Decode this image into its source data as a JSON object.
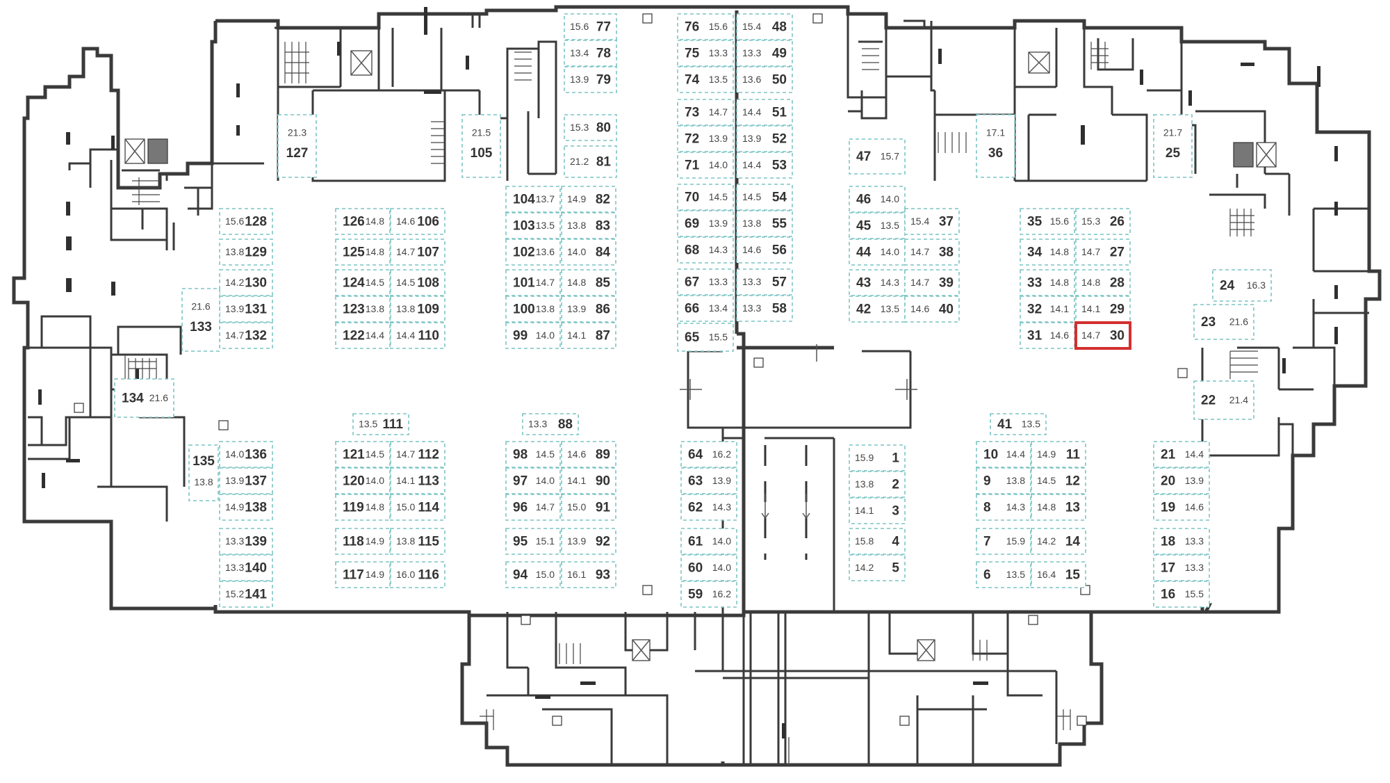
{
  "colors": {
    "walls": "#3a3a3a",
    "spot_outline": "#7cc4c4",
    "selected_outline": "#d32f2f",
    "text": "#333333"
  },
  "selected_spot": "30",
  "spots": [
    {
      "n": "77",
      "a": "15.6"
    },
    {
      "n": "78",
      "a": "13.4"
    },
    {
      "n": "79",
      "a": "13.9"
    },
    {
      "n": "80",
      "a": "15.3"
    },
    {
      "n": "81",
      "a": "21.2"
    },
    {
      "n": "76",
      "a": "15.6"
    },
    {
      "n": "75",
      "a": "13.3"
    },
    {
      "n": "74",
      "a": "13.5"
    },
    {
      "n": "73",
      "a": "14.7"
    },
    {
      "n": "72",
      "a": "13.9"
    },
    {
      "n": "71",
      "a": "14.0"
    },
    {
      "n": "70",
      "a": "14.5"
    },
    {
      "n": "69",
      "a": "13.9"
    },
    {
      "n": "68",
      "a": "14.3"
    },
    {
      "n": "67",
      "a": "13.3"
    },
    {
      "n": "66",
      "a": "13.4"
    },
    {
      "n": "65",
      "a": "15.5"
    },
    {
      "n": "48",
      "a": "15.4"
    },
    {
      "n": "49",
      "a": "13.3"
    },
    {
      "n": "50",
      "a": "13.6"
    },
    {
      "n": "51",
      "a": "14.4"
    },
    {
      "n": "52",
      "a": "13.9"
    },
    {
      "n": "53",
      "a": "14.4"
    },
    {
      "n": "54",
      "a": "14.5"
    },
    {
      "n": "55",
      "a": "13.8"
    },
    {
      "n": "56",
      "a": "14.6"
    },
    {
      "n": "57",
      "a": "13.3"
    },
    {
      "n": "58",
      "a": "13.3"
    },
    {
      "n": "127",
      "a": "21.3"
    },
    {
      "n": "105",
      "a": "21.5"
    },
    {
      "n": "36",
      "a": "17.1"
    },
    {
      "n": "25",
      "a": "21.7"
    },
    {
      "n": "47",
      "a": "15.7"
    },
    {
      "n": "104",
      "a": "13.7"
    },
    {
      "n": "103",
      "a": "13.5"
    },
    {
      "n": "102",
      "a": "13.6"
    },
    {
      "n": "101",
      "a": "14.7"
    },
    {
      "n": "100",
      "a": "13.8"
    },
    {
      "n": "99",
      "a": "14.0"
    },
    {
      "n": "82",
      "a": "14.9"
    },
    {
      "n": "83",
      "a": "13.8"
    },
    {
      "n": "84",
      "a": "14.0"
    },
    {
      "n": "85",
      "a": "14.8"
    },
    {
      "n": "86",
      "a": "13.9"
    },
    {
      "n": "87",
      "a": "14.1"
    },
    {
      "n": "126",
      "a": "14.8"
    },
    {
      "n": "125",
      "a": "14.8"
    },
    {
      "n": "124",
      "a": "14.5"
    },
    {
      "n": "123",
      "a": "13.8"
    },
    {
      "n": "122",
      "a": "14.4"
    },
    {
      "n": "106",
      "a": "14.6"
    },
    {
      "n": "107",
      "a": "14.7"
    },
    {
      "n": "108",
      "a": "14.5"
    },
    {
      "n": "109",
      "a": "13.8"
    },
    {
      "n": "110",
      "a": "14.4"
    },
    {
      "n": "128",
      "a": "15.6"
    },
    {
      "n": "129",
      "a": "13.8"
    },
    {
      "n": "130",
      "a": "14.2"
    },
    {
      "n": "131",
      "a": "13.9"
    },
    {
      "n": "132",
      "a": "14.7"
    },
    {
      "n": "133",
      "a": "21.6"
    },
    {
      "n": "134",
      "a": "21.6"
    },
    {
      "n": "46",
      "a": "14.0"
    },
    {
      "n": "45",
      "a": "13.5"
    },
    {
      "n": "44",
      "a": "14.0"
    },
    {
      "n": "43",
      "a": "14.3"
    },
    {
      "n": "42",
      "a": "13.5"
    },
    {
      "n": "37",
      "a": "15.4"
    },
    {
      "n": "38",
      "a": "14.7"
    },
    {
      "n": "39",
      "a": "14.7"
    },
    {
      "n": "40",
      "a": "14.6"
    },
    {
      "n": "35",
      "a": "15.6"
    },
    {
      "n": "34",
      "a": "14.8"
    },
    {
      "n": "33",
      "a": "14.8"
    },
    {
      "n": "32",
      "a": "14.1"
    },
    {
      "n": "31",
      "a": "14.6"
    },
    {
      "n": "26",
      "a": "15.3"
    },
    {
      "n": "27",
      "a": "14.7"
    },
    {
      "n": "28",
      "a": "14.8"
    },
    {
      "n": "29",
      "a": "14.1"
    },
    {
      "n": "30",
      "a": "14.7"
    },
    {
      "n": "24",
      "a": "16.3"
    },
    {
      "n": "23",
      "a": "21.6"
    },
    {
      "n": "22",
      "a": "21.4"
    },
    {
      "n": "111",
      "a": "13.5"
    },
    {
      "n": "88",
      "a": "13.3"
    },
    {
      "n": "41",
      "a": "13.5"
    },
    {
      "n": "135",
      "a": "13.8"
    },
    {
      "n": "136",
      "a": "14.0"
    },
    {
      "n": "137",
      "a": "13.9"
    },
    {
      "n": "138",
      "a": "14.9"
    },
    {
      "n": "139",
      "a": "13.3"
    },
    {
      "n": "140",
      "a": "13.3"
    },
    {
      "n": "141",
      "a": "15.2"
    },
    {
      "n": "121",
      "a": "14.5"
    },
    {
      "n": "120",
      "a": "14.0"
    },
    {
      "n": "119",
      "a": "14.8"
    },
    {
      "n": "118",
      "a": "14.9"
    },
    {
      "n": "117",
      "a": "14.9"
    },
    {
      "n": "112",
      "a": "14.7"
    },
    {
      "n": "113",
      "a": "14.1"
    },
    {
      "n": "114",
      "a": "15.0"
    },
    {
      "n": "115",
      "a": "13.8"
    },
    {
      "n": "116",
      "a": "16.0"
    },
    {
      "n": "98",
      "a": "14.5"
    },
    {
      "n": "97",
      "a": "14.0"
    },
    {
      "n": "96",
      "a": "14.7"
    },
    {
      "n": "95",
      "a": "15.1"
    },
    {
      "n": "94",
      "a": "15.0"
    },
    {
      "n": "89",
      "a": "14.6"
    },
    {
      "n": "90",
      "a": "14.1"
    },
    {
      "n": "91",
      "a": "15.0"
    },
    {
      "n": "92",
      "a": "13.9"
    },
    {
      "n": "93",
      "a": "16.1"
    },
    {
      "n": "64",
      "a": "16.2"
    },
    {
      "n": "63",
      "a": "13.9"
    },
    {
      "n": "62",
      "a": "14.3"
    },
    {
      "n": "61",
      "a": "14.0"
    },
    {
      "n": "60",
      "a": "14.0"
    },
    {
      "n": "59",
      "a": "16.2"
    },
    {
      "n": "1",
      "a": "15.9"
    },
    {
      "n": "2",
      "a": "13.8"
    },
    {
      "n": "3",
      "a": "14.1"
    },
    {
      "n": "4",
      "a": "15.8"
    },
    {
      "n": "5",
      "a": "14.2"
    },
    {
      "n": "10",
      "a": "14.4"
    },
    {
      "n": "9",
      "a": "13.8"
    },
    {
      "n": "8",
      "a": "14.3"
    },
    {
      "n": "7",
      "a": "15.9"
    },
    {
      "n": "6",
      "a": "13.5"
    },
    {
      "n": "11",
      "a": "14.9"
    },
    {
      "n": "12",
      "a": "14.5"
    },
    {
      "n": "13",
      "a": "14.8"
    },
    {
      "n": "14",
      "a": "14.2"
    },
    {
      "n": "15",
      "a": "16.4"
    },
    {
      "n": "21",
      "a": "14.4"
    },
    {
      "n": "20",
      "a": "13.9"
    },
    {
      "n": "19",
      "a": "14.6"
    },
    {
      "n": "18",
      "a": "13.3"
    },
    {
      "n": "17",
      "a": "13.3"
    },
    {
      "n": "16",
      "a": "15.5"
    }
  ]
}
